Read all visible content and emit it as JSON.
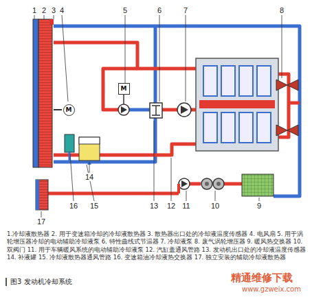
{
  "diagram": {
    "caption": "图3 发动机冷却系统",
    "nodes": [
      {
        "text": [
          "M"
        ]
      },
      {
        "text": [
          "M"
        ]
      }
    ],
    "labels": [
      "1",
      "2",
      "3",
      "4",
      "5",
      "6",
      "7",
      "8",
      "9",
      "10",
      "11",
      "12",
      "13",
      "14",
      "15",
      "16",
      "17",
      "1.冷却液散热器 2. 用于变速箱冷却的冷却液散热器 3. 散热器出口处的冷却液温度传感器 4. 电风扇 5. 用于涡轮增压器冷却的电动辅助冷却液泵 6. 特性曲线式节温器 7. 冷却液泵 8. 废气涡轮增压器 9. 暖风热交换器 10. 双阀门 11. 用于车辆暖风系统的电动辅助冷却液泵 12. 汽缸盖通风管路 13. 发动机出口处的冷却液温度传感器 14. 补液罐 15. 冷却液散热器通风管路 16. 变速箱油冷却液热交换器 17. 独立安装的辅助冷却液散热器",
      "精通维修下载",
      "www.gzweix.com"
    ]
  }
}
